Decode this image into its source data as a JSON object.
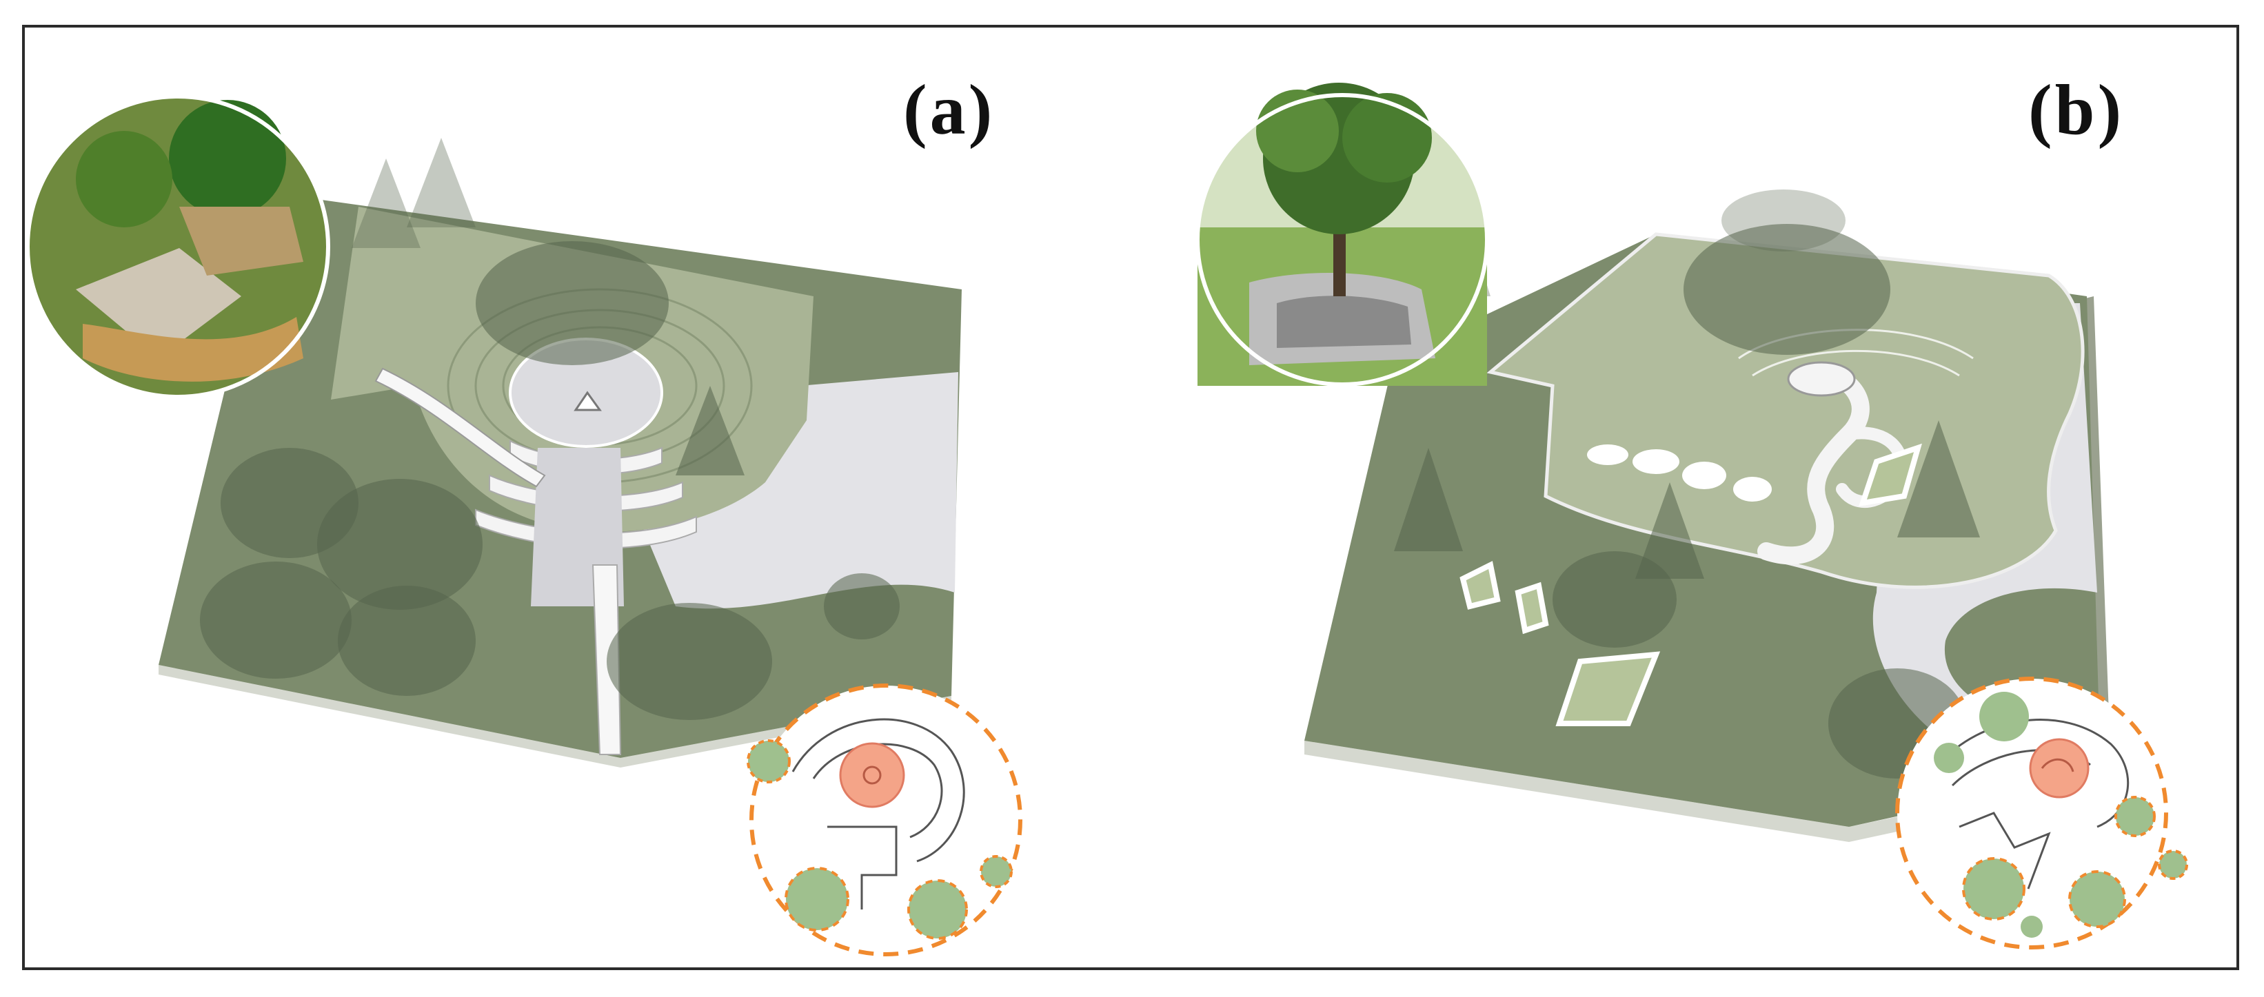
{
  "panels": [
    {
      "id": "a",
      "label": "(a)"
    },
    {
      "id": "b",
      "label": "(b)"
    }
  ],
  "colors": {
    "ground_dark": "#7b8a6b",
    "ground_mid": "#97a583",
    "ground_light": "#b8c3a4",
    "plaza_grey": "#e3e3e7",
    "path_white": "#f4f4f4",
    "tree_canopy": "#5f6e55",
    "key_orange": "#f08a2e",
    "key_red_fill": "#f4a488",
    "key_green_fill": "#9fc08e"
  }
}
